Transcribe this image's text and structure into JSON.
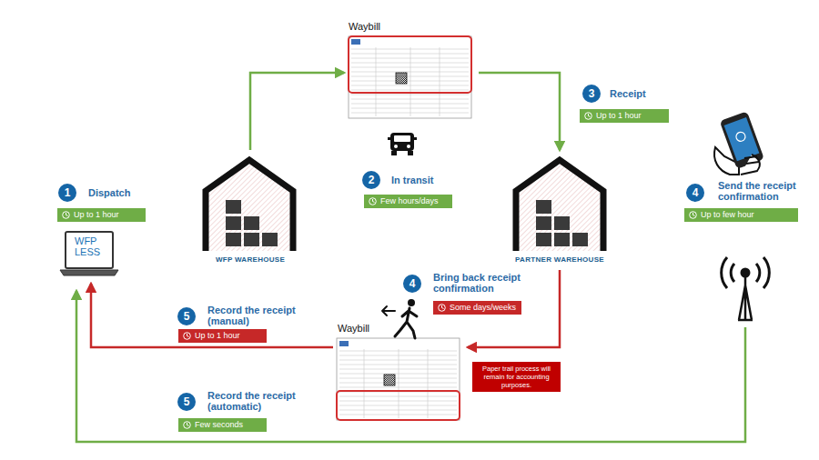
{
  "diagram": {
    "nodes": [
      {
        "text": [
          "Waybill"
        ]
      },
      {
        "text": [
          "3"
        ]
      },
      {
        "text": [
          "Up to 1 hour"
        ]
      },
      {
        "text": [
          "2"
        ]
      },
      {
        "text": [
          "Few hours/days"
        ]
      },
      {
        "text": [
          "1"
        ]
      },
      {
        "text": [
          "Up to 1 hour"
        ]
      },
      {
        "text": [
          "WFP WAREHOUSE"
        ]
      },
      {
        "text": [
          "PARTNER WAREHOUSE"
        ]
      },
      {
        "text": [
          "4"
        ]
      },
      {
        "text": [
          "Up to few hour"
        ]
      },
      {
        "text": [
          "WFP LESS"
        ]
      },
      {
        "text": [
          "4"
        ]
      },
      {
        "text": [
          "Some days/weeks"
        ]
      },
      {
        "text": [
          "5"
        ]
      },
      {
        "text": [
          "Up to 1 hour"
        ]
      },
      {
        "text": [
          "Waybill"
        ]
      },
      {
        "text": [
          "Paper trail process will remain for accounting purposes."
        ]
      },
      {
        "text": [
          "5"
        ]
      },
      {
        "text": [
          "Few seconds"
        ]
      }
    ],
    "edges": [
      {
        "from": 7,
        "to": 0,
        "arrow": "to"
      },
      {
        "from": 0,
        "to": 8,
        "arrow": "to"
      },
      {
        "from": 8,
        "to": 16,
        "arrow": "to"
      },
      {
        "from": 16,
        "to": 11,
        "arrow": "to"
      }
    ],
    "labels": [
      "Dispatch",
      "In transit",
      "Receipt",
      "Send the receipt confirmation",
      "Bring back receipt confirmation",
      "Record the receipt (manual)",
      "Record the receipt (automatic)"
    ]
  }
}
